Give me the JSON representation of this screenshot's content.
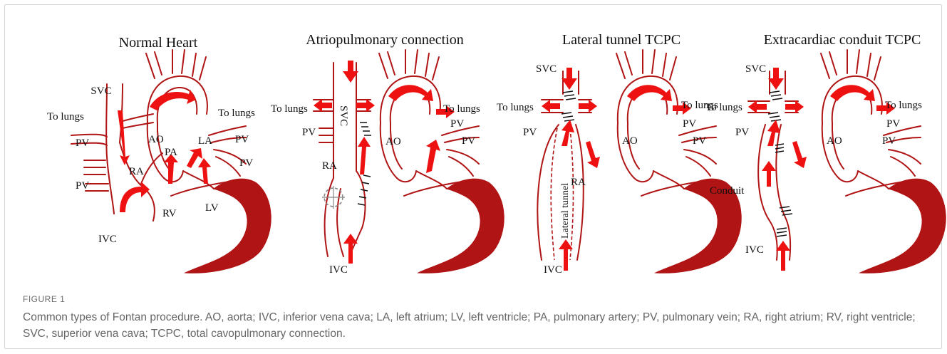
{
  "figure": {
    "panels": [
      {
        "title": "Normal Heart",
        "labels": {
          "svc": "SVC",
          "to_lungs_left": "To lungs",
          "to_lungs_right": "To lungs",
          "pv_1": "PV",
          "pv_2": "PV",
          "pv_3": "PV",
          "pv_4": "PV",
          "ao": "AO",
          "pa": "PA",
          "la": "LA",
          "ra": "RA",
          "rv": "RV",
          "lv": "LV",
          "ivc": "IVC"
        }
      },
      {
        "title": "Atriopulmonary connection",
        "labels": {
          "to_lungs_left": "To lungs",
          "to_lungs_right": "To lungs",
          "svc": "SVC",
          "pv_1": "PV",
          "pv_2": "PV",
          "pv_3": "PV",
          "ao": "AO",
          "ra": "RA",
          "ivc": "IVC"
        }
      },
      {
        "title": "Lateral tunnel TCPC",
        "labels": {
          "svc": "SVC",
          "to_lungs_left": "To lungs",
          "to_lungs_right": "To lungs",
          "pv_1": "PV",
          "pv_2": "PV",
          "pv_3": "PV",
          "ao": "AO",
          "ra": "RA",
          "tunnel": "Lateral tunnel",
          "ivc": "IVC"
        }
      },
      {
        "title": "Extracardiac conduit TCPC",
        "labels": {
          "svc": "SVC",
          "to_lungs_left": "To lungs",
          "to_lungs_right": "To lungs",
          "pv_1": "PV",
          "pv_2": "PV",
          "pv_3": "PV",
          "ao": "AO",
          "conduit": "Conduit",
          "ivc": "IVC"
        }
      }
    ]
  },
  "caption": {
    "heading": "FIGURE 1",
    "text": "Common types of Fontan procedure. AO, aorta; IVC, inferior vena cava; LA, left atrium; LV, left ventricle; PA, pulmonary artery; PV, pulmonary vein; RA, right atrium; RV, right ventricle; SVC, superior vena cava; TCPC, total cavopulmonary connection."
  },
  "colors": {
    "vessel": "#b01414",
    "flow_arrow": "#ee1111",
    "suture": "#111111"
  }
}
